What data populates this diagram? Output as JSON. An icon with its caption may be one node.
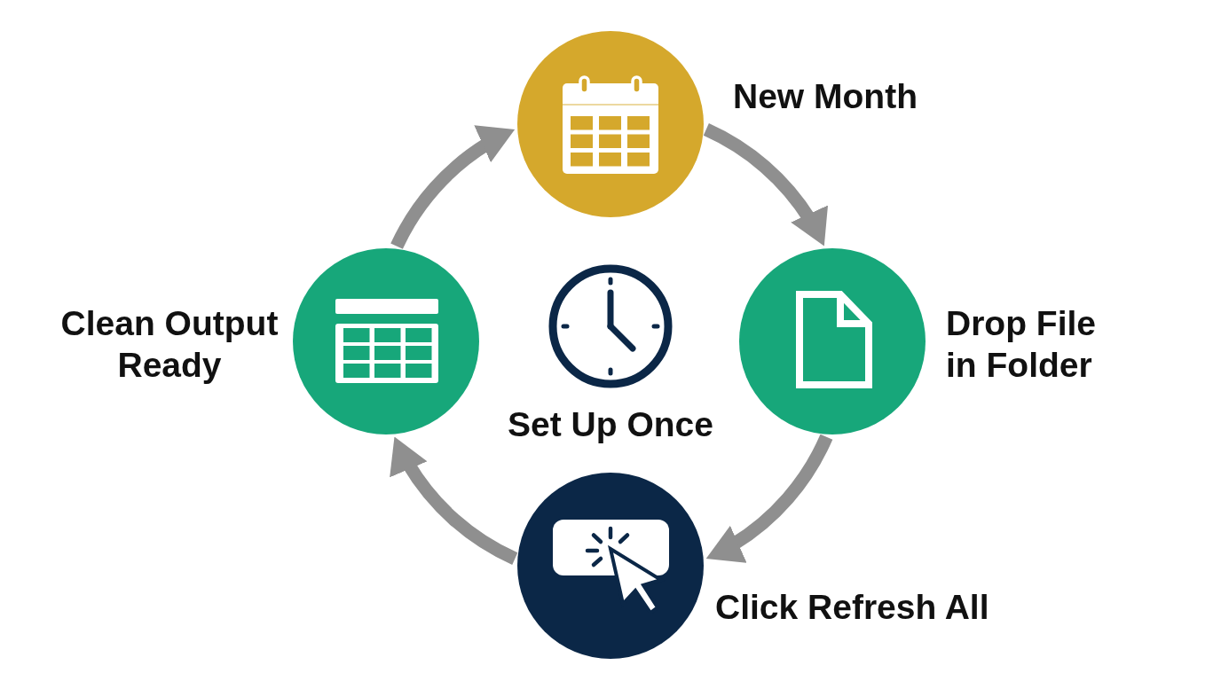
{
  "diagram": {
    "nodes": [
      {
        "text": [
          "New Month"
        ]
      },
      {
        "text": [
          "Drop File in Folder"
        ]
      },
      {
        "text": [
          "Click Refresh All"
        ]
      },
      {
        "text": [
          "Clean Output Ready"
        ]
      }
    ],
    "edges": [
      {
        "from": 0,
        "to": 1,
        "arrow": "to"
      },
      {
        "from": 1,
        "to": 2,
        "arrow": "to"
      },
      {
        "from": 2,
        "to": 3,
        "arrow": "to"
      },
      {
        "from": 3,
        "to": 0,
        "arrow": "to"
      }
    ],
    "labels": [
      "Set Up Once"
    ]
  }
}
